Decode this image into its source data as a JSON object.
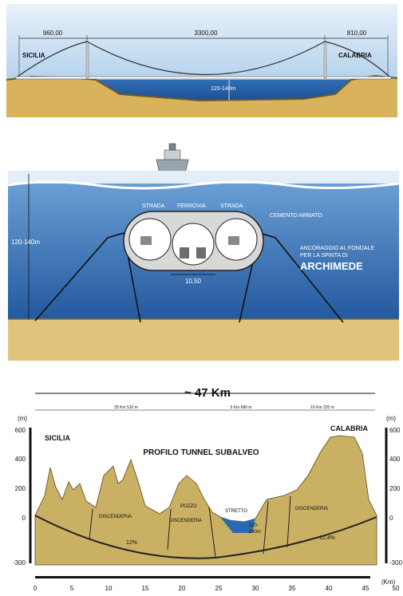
{
  "bridge": {
    "span_left": "960,00",
    "span_main": "3300,00",
    "span_right": "810,00",
    "left_shore": "SICILIA",
    "right_shore": "CALABRIA",
    "depth": "120-140m"
  },
  "tunnel_section": {
    "label_road_left": "STRADA",
    "label_rail": "FERROVIA",
    "label_road_right": "STRADA",
    "label_concrete": "CEMENTO ARMATO",
    "depth": "120-140m",
    "anchor_line1": "ANCORAGGIO AL FONDALE",
    "anchor_line2": "PER LA SPINTA DI",
    "anchor_line3": "ARCHIMEDE",
    "width": "10,50"
  },
  "profile": {
    "total_length": "~ 47 Km",
    "seg_left": "25 Km 510 m",
    "seg_mid": "5 Km 680 m",
    "seg_right": "16 Km 220 m",
    "unit_left": "(m)",
    "unit_right": "(m)",
    "unit_km": "(Km)",
    "left_shore": "SICILIA",
    "right_shore": "CALABRIA",
    "title": "PROFILO TUNNEL SUBALVEO",
    "label_stretto": "STRETTO",
    "label_pozzo": "POZZO",
    "label_disc_left": "DISCENDERIA",
    "label_disc_mid": "DISCENDERIA",
    "label_disc_right": "DISCENDERIA",
    "depth_line1": "120-",
    "depth_line2": "140m",
    "grade_left": "12%",
    "grade_right": "12,4%",
    "y_ticks": [
      "600",
      "400",
      "200",
      "0",
      "-300"
    ],
    "x_ticks": [
      "0",
      "5",
      "10",
      "15",
      "20",
      "25",
      "30",
      "35",
      "40",
      "45",
      "50"
    ]
  }
}
